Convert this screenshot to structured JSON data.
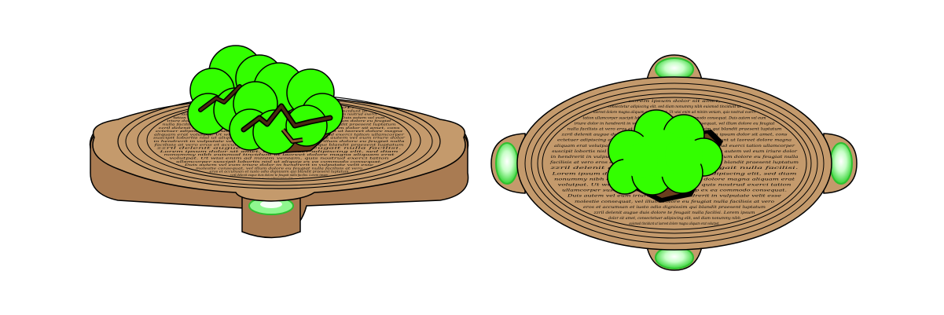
{
  "scene": {
    "background": "#ffffff"
  },
  "colors": {
    "wood_side": "#a97b52",
    "wood_top": "#c49a6c",
    "wood_ring": "#b88a5c",
    "outline": "#000000",
    "lamp_glow": "#8ff78f",
    "lamp_core": "#e9ffe9",
    "lamp_rim": "#2fbf2f",
    "foliage": "#33ff00",
    "trunk": "#4a2a10",
    "trunk_inner": "#8b5a2b",
    "soil": "#6b3f1d"
  },
  "icons": {
    "left_object": "wooden-tree-platform-icon",
    "right_object": "wooden-tree-platform-topdown-icon",
    "lamp": "green-lamp-icon",
    "tree": "tree-icon"
  },
  "text": {
    "engraving_lines": [
      "Lorem ipsum dolor sit amet,",
      "consectetur adipiscing elit, sed diam nonummy nibh euismod tincidunt ut",
      "laoreet dolore magna aliquam erat volutpat. Ut wisi enim ad minim veniam, quis nostrud exerci",
      "tation ullamcorper suscipit lobortis nisl ut aliquip ex ea commodo consequat. Duis autem vel eum",
      "iriure dolor in hendrerit in vulputate velit esse molestie consequat, vel illum dolore eu feugiat",
      "nulla facilisis at vero eros et accumsan et iusto odio dignissim qui blandit praesent luptatum",
      "zzril delenit augue duis dolore te feugait nulla facilisi. Lorem ipsum dolor sit amet, cons",
      "ectetuer adipiscing elit, sed diam nonummy nibh euismod tincidunt ut laoreet dolore magna",
      "aliquam erat volutpat. Ut wisi enim ad minim veniam, quis nostrud exerci tation ullamcorper",
      "suscipit lobortis nisl ut aliquip ex ea commodo consequat. Duis autem vel eum iriure dolor",
      "in hendrerit in vulputate velit esse molestie consequat, vel illum dolore eu feugiat nulla",
      "facilisis at vero eros et accumsan et iusto odio dignissim qui blandit praesent luptatum",
      "zzril delenit augue duis dolore te feugait nulla facilisi.",
      "Lorem ipsum dolor sit amet, consectetuer adipiscing elit, sed diam",
      "nonummy nibh euismod tincidunt ut laoreet dolore magna aliquam erat",
      "volutpat. Ut wisi enim ad minim veniam, quis nostrud exerci tation",
      "ullamcorper suscipit lobortis nisl ut aliquip ex ea commodo consequat.",
      "Duis autem vel eum iriure dolor in hendrerit in vulputate velit esse",
      "molestie consequat, vel illum dolore eu feugiat nulla facilisis at vero",
      "eros et accumsan et iusto odio dignissim qui blandit praesent luptatum",
      "zzril delenit augue duis dolore te feugait nulla facilisi. Lorem ipsum",
      "dolor sit amet, consectetuer adipiscing elit, sed diam nonummy nibh",
      "euismod tincidunt ut laoreet dolore magna aliquam erat volutpat."
    ]
  }
}
